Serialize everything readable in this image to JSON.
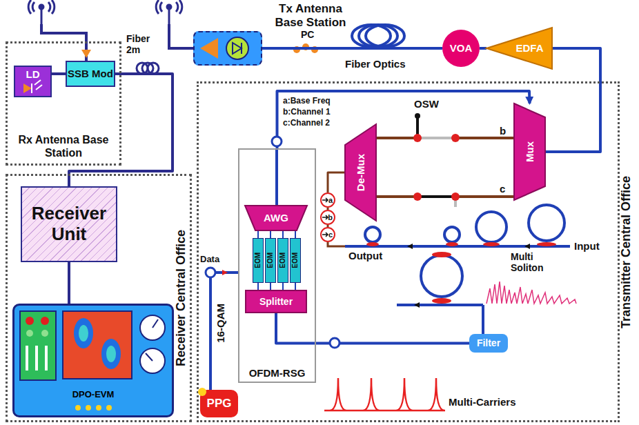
{
  "diagram": {
    "nodes": [
      {
        "text": [
          "Rx Antenna Base Station"
        ]
      },
      {
        "text": [
          "LD"
        ],
        "in": 0
      },
      {
        "text": [
          "SSB Mod"
        ],
        "in": 0
      },
      {
        "text": [
          "Tx Antenna Base Station"
        ]
      },
      {
        "text": [
          "VOA"
        ]
      },
      {
        "text": [
          "EDFA"
        ]
      },
      {
        "text": [
          "Receiver Central Office"
        ]
      },
      {
        "text": [
          "Receiver Unit"
        ],
        "in": 6
      },
      {
        "text": [
          "DPO-EVM"
        ],
        "in": 6
      },
      {
        "text": [
          "Transmitter Central Office"
        ]
      },
      {
        "text": [
          "De-Mux"
        ],
        "in": 9
      },
      {
        "text": [
          "Mux"
        ],
        "in": 9
      },
      {
        "text": [
          "OFDM-RSG"
        ],
        "in": 9
      },
      {
        "text": [
          "AWG"
        ],
        "in": 12
      },
      {
        "text": [
          "EOM"
        ],
        "in": 12
      },
      {
        "text": [
          "EOM"
        ],
        "in": 12
      },
      {
        "text": [
          "EOM"
        ],
        "in": 12
      },
      {
        "text": [
          "EOM"
        ],
        "in": 12
      },
      {
        "text": [
          "Splitter"
        ],
        "in": 12
      },
      {
        "text": [
          "a"
        ],
        "in": 9
      },
      {
        "text": [
          "b"
        ],
        "in": 9
      },
      {
        "text": [
          "c"
        ],
        "in": 9
      },
      {
        "text": [
          "Filter"
        ],
        "in": 9
      },
      {
        "text": [
          "PPG"
        ],
        "in": 9
      }
    ],
    "edges": [
      {
        "from": 1,
        "to": 2,
        "arrow": "none"
      },
      {
        "from": 2,
        "to": 7,
        "arrow": "none"
      },
      {
        "from": 7,
        "to": 8,
        "arrow": "none"
      },
      {
        "from": 5,
        "to": 4,
        "arrow": "none"
      },
      {
        "from": 4,
        "to": 3,
        "arrow": "none"
      },
      {
        "from": 11,
        "to": 5,
        "arrow": "none"
      },
      {
        "from": 10,
        "to": 11,
        "label": "b",
        "arrow": "none"
      },
      {
        "from": 10,
        "to": 11,
        "label": "c",
        "arrow": "none"
      },
      {
        "from": 12,
        "to": 11,
        "arrow": "to"
      },
      {
        "from": 23,
        "to": 12,
        "label": "16-QAM",
        "arrow": "none"
      },
      {
        "from": 22,
        "to": 18,
        "arrow": "none"
      },
      {
        "from": 18,
        "to": 14,
        "arrow": "none"
      },
      {
        "from": 18,
        "to": 15,
        "arrow": "none"
      },
      {
        "from": 18,
        "to": 16,
        "arrow": "none"
      },
      {
        "from": 18,
        "to": 17,
        "arrow": "none"
      },
      {
        "from": 14,
        "to": 13,
        "arrow": "none"
      },
      {
        "from": 15,
        "to": 13,
        "arrow": "none"
      },
      {
        "from": 16,
        "to": 13,
        "arrow": "none"
      },
      {
        "from": 17,
        "to": 13,
        "arrow": "none"
      },
      {
        "from": 10,
        "to": 19,
        "arrow": "none"
      },
      {
        "from": 19,
        "to": 20,
        "arrow": "none"
      },
      {
        "from": 20,
        "to": 21,
        "arrow": "none"
      }
    ],
    "labels": [
      "PC",
      "Fiber Optics",
      "Fiber 2m",
      "a:Base Freq",
      "b:Channel 1",
      "c:Channel 2",
      "OSW",
      "Data",
      "Output",
      "Input",
      "Multi Soliton",
      "Multi-Carriers"
    ]
  }
}
